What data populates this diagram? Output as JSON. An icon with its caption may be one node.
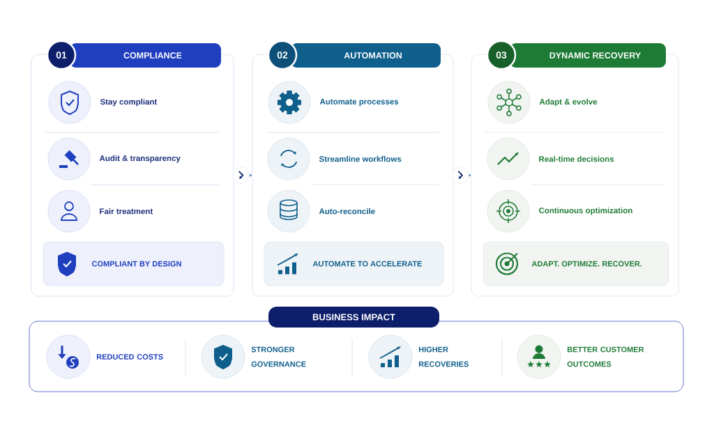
{
  "diagram": {
    "nodes": [
      {
        "text": [
          "01",
          "COMPLIANCE"
        ]
      },
      {
        "text": [],
        "shape": "circle",
        "beside": [
          "Stay compliant"
        ],
        "in": 0
      },
      {
        "text": [],
        "shape": "circle",
        "beside": [
          "Audit & transparency"
        ],
        "in": 0
      },
      {
        "text": [],
        "shape": "circle",
        "beside": [
          "Fair treatment"
        ],
        "in": 0
      },
      {
        "text": [
          "COMPLIANT BY DESIGN"
        ],
        "in": 0
      },
      {
        "text": [
          "02",
          "AUTOMATION"
        ]
      },
      {
        "text": [],
        "shape": "circle",
        "beside": [
          "Automate processes"
        ],
        "in": 5
      },
      {
        "text": [],
        "shape": "circle",
        "beside": [
          "Streamline workflows"
        ],
        "in": 5
      },
      {
        "text": [],
        "shape": "circle",
        "beside": [
          "Auto-reconcile"
        ],
        "in": 5
      },
      {
        "text": [
          "AUTOMATE TO ACCELERATE"
        ],
        "in": 5
      },
      {
        "text": [
          "03",
          "DYNAMIC RECOVERY"
        ]
      },
      {
        "text": [],
        "shape": "circle",
        "beside": [
          "Adapt & evolve"
        ],
        "in": 10
      },
      {
        "text": [],
        "shape": "circle",
        "beside": [
          "Real-time decisions"
        ],
        "in": 10
      },
      {
        "text": [],
        "shape": "circle",
        "beside": [
          "Continuous optimization"
        ],
        "in": 10
      },
      {
        "text": [
          "ADAPT. OPTIMIZE. RECOVER."
        ],
        "in": 10
      },
      {
        "text": [
          "BUSINESS IMPACT"
        ]
      },
      {
        "text": [],
        "shape": "circle",
        "beside": [
          "REDUCED COSTS"
        ],
        "in": 15
      },
      {
        "text": [],
        "shape": "circle",
        "beside": [
          "STRONGER GOVERNANCE"
        ],
        "in": 15
      },
      {
        "text": [],
        "shape": "circle",
        "beside": [
          "HIGHER RECOVERIES"
        ],
        "in": 15
      },
      {
        "text": [],
        "shape": "circle",
        "beside": [
          "BETTER CUSTOMER OUTCOMES"
        ],
        "in": 15
      }
    ],
    "edges": [
      {
        "from": 0,
        "to": 5,
        "arrow": "to",
        "style": "dashed"
      },
      {
        "from": 5,
        "to": 10,
        "arrow": "to",
        "style": "dashed"
      }
    ]
  }
}
